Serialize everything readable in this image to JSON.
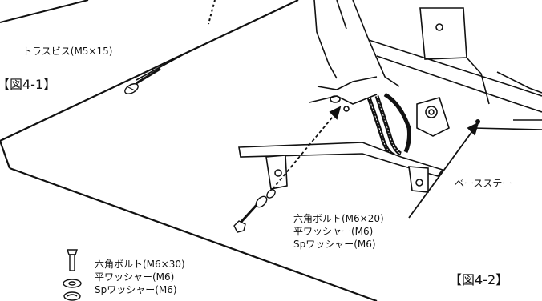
{
  "figure_labels": {
    "fig_4_1": "【図4-1】",
    "fig_4_2": "【図4-2】"
  },
  "parts": {
    "truss_screw": "トラスビス(M5×15)",
    "base_stay": "ベースステー",
    "bolt_set_m6x20": {
      "bolt": "六角ボルト(M6×20)",
      "flat_washer": "平ワッシャー(M6)",
      "spring_washer": "Spワッシャー(M6)"
    },
    "bolt_set_m6x30": {
      "bolt": "六角ボルト(M6×30)",
      "flat_washer": "平ワッシャー(M6)",
      "spring_washer": "Spワッシャー(M6)"
    }
  }
}
